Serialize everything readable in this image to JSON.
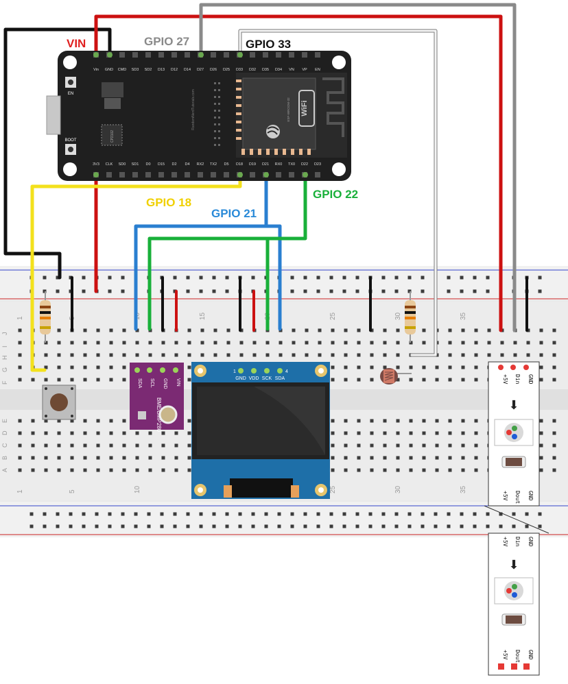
{
  "esp32": {
    "top_pins": [
      "Vin",
      "GND",
      "CMD",
      "SD3",
      "SD2",
      "D13",
      "D12",
      "D14",
      "D27",
      "D26",
      "D25",
      "D33",
      "D32",
      "D35",
      "D34",
      "VN",
      "VP",
      "EN"
    ],
    "bottom_pins": [
      "3V3",
      "CLK",
      "SD0",
      "SD1",
      "D0",
      "D15",
      "D2",
      "D4",
      "RX2",
      "TX2",
      "D5",
      "D18",
      "D19",
      "D21",
      "RX0",
      "TX0",
      "D22",
      "D23"
    ],
    "button_en": "EN",
    "button_boot": "BOOT",
    "chip_label": "CP2102",
    "side_text": "RandomNerdTutorials.com",
    "module_text": "ESP-WROOM-32",
    "wifi_label": "WiFi"
  },
  "labels": {
    "vin": "VIN",
    "gpio27": "GPIO 27",
    "gpio33": "GPIO 33",
    "gpio18": "GPIO 18",
    "gpio21": "GPIO 21",
    "gpio22": "GPIO 22"
  },
  "colors": {
    "red": "#cc1111",
    "black": "#111111",
    "gray": "#8a8a8a",
    "white_wire": "#f5f5f5",
    "yellow": "#f3e11c",
    "blue": "#2a7fd0",
    "green": "#19b03a",
    "board": "#1f1f1f",
    "bme": "#7b2a73",
    "oled": "#1e6fa8"
  },
  "breadboard": {
    "row_letters_top": [
      "J",
      "I",
      "H",
      "G",
      "F"
    ],
    "row_letters_bottom": [
      "E",
      "D",
      "C",
      "B",
      "A"
    ],
    "col_numbers": [
      "1",
      "5",
      "10",
      "15",
      "20",
      "25",
      "30",
      "35"
    ]
  },
  "bme280": {
    "pins": [
      "SDA",
      "SCL",
      "GND",
      "VIN"
    ],
    "title": "BME/BMP280"
  },
  "oled": {
    "pins": [
      "GND",
      "VDD",
      "SCK",
      "SDA"
    ],
    "pin1": "1",
    "pin4": "4"
  },
  "strip": {
    "top_pins": [
      "+5V",
      "Din",
      "GND"
    ],
    "mid_pins": [
      "+5V",
      "Dout",
      "GND"
    ],
    "mid_pins2": [
      "+5V",
      "Din",
      "GND"
    ],
    "bottom_pins": [
      "+5V",
      "Dout",
      "GND"
    ],
    "arrow": "⬇"
  }
}
